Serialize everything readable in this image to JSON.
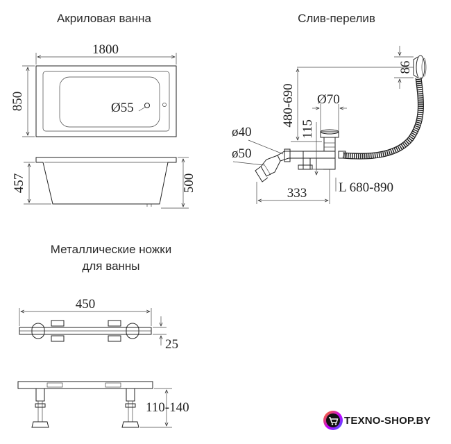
{
  "sections": {
    "bath_title": "Акриловая ванна",
    "drain_title": "Слив-перелив",
    "legs_title_line1": "Металлические ножки",
    "legs_title_line2": "для ванны"
  },
  "bath": {
    "length": "1800",
    "width": "850",
    "drain_diameter": "Ø55",
    "height_outer": "457",
    "height_total": "500"
  },
  "drain": {
    "overflow_offset": "86",
    "height_range": "480-690",
    "diameter_top": "Ø70",
    "drop": "115",
    "diameter_40": "ø40",
    "diameter_50": "ø50",
    "horizontal": "333",
    "hose_length": "L 680-890"
  },
  "legs": {
    "length": "450",
    "width": "25",
    "height_range": "110-140"
  },
  "logo": {
    "text": "TEXNO-SHOP.BY",
    "icon": "cart-icon"
  },
  "colors": {
    "line": "#222222",
    "logo_gradient_start": "#ff7a00",
    "logo_gradient_end": "#2e6bff"
  }
}
